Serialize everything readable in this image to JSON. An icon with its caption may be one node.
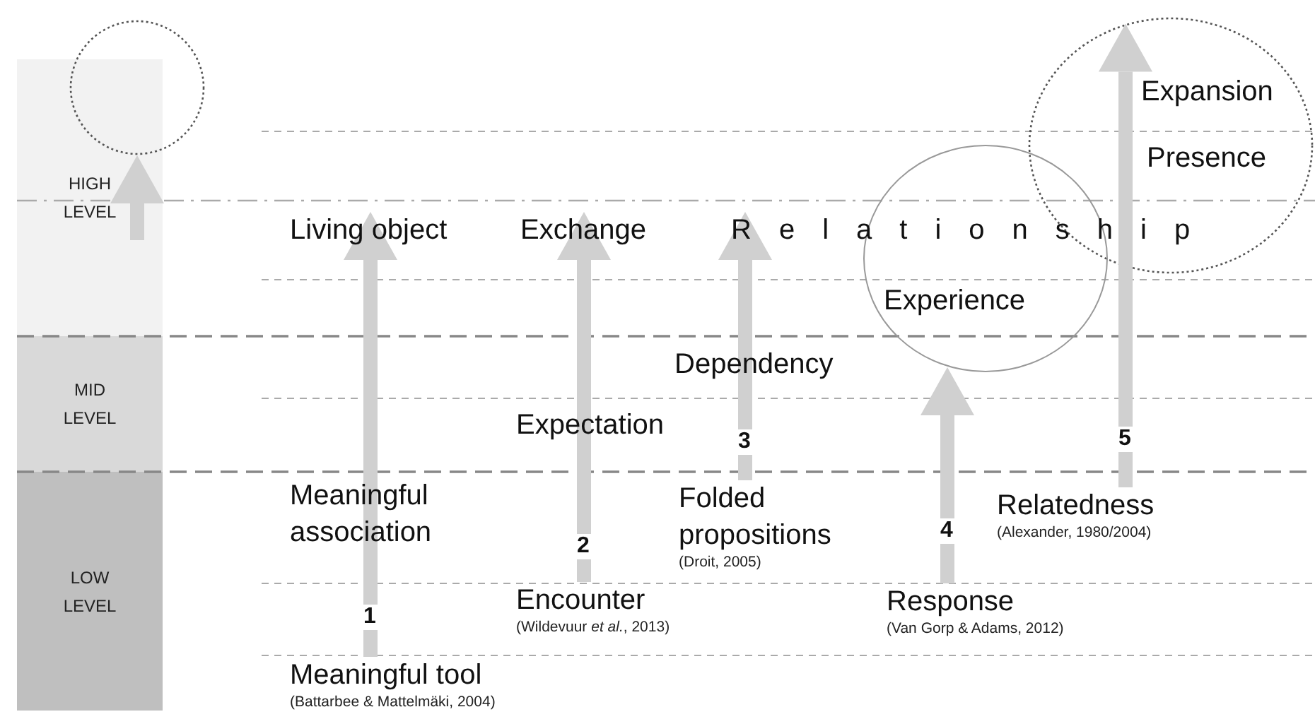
{
  "diagram": {
    "nodes": [
      {
        "text": [
          "HIGH LEVEL"
        ]
      },
      {
        "text": [
          "MID LEVEL"
        ]
      },
      {
        "text": [
          "LOW LEVEL"
        ]
      },
      {
        "text": [],
        "shape": "circle"
      },
      {
        "text": [
          "Expansion",
          "Presence"
        ]
      },
      {
        "text": [
          "Living object"
        ]
      },
      {
        "text": [
          "Exchange"
        ]
      },
      {
        "text": [
          "Relationship"
        ]
      },
      {
        "text": [
          "Experience"
        ]
      },
      {
        "text": [
          "Relatedness"
        ],
        "beside": [
          "(Alexander, 1980/2004)"
        ]
      },
      {
        "text": [
          "Folded propositions"
        ],
        "beside": [
          "(Droit, 2005)"
        ]
      },
      {
        "text": [
          "Encounter"
        ],
        "beside": [
          "(Wildevuur *et al.*, 2013)"
        ]
      },
      {
        "text": [
          "Response"
        ],
        "beside": [
          "(Van Gorp & Adams, 2012)"
        ]
      },
      {
        "text": [
          "Meaningful tool"
        ],
        "beside": [
          "(Battarbee & Mattelmäki, 2004)"
        ]
      }
    ],
    "edges": [
      {
        "from": 0,
        "to": 3,
        "arrow": "to"
      },
      {
        "from": 13,
        "to": 5,
        "arrow": "to",
        "label": "1"
      },
      {
        "from": 11,
        "to": 6,
        "arrow": "to",
        "label": "2"
      },
      {
        "from": 10,
        "to": 7,
        "arrow": "to",
        "label": "3"
      },
      {
        "from": 12,
        "to": 8,
        "arrow": "to",
        "label": "4"
      },
      {
        "from": 9,
        "to": 4,
        "arrow": "to",
        "label": "5"
      }
    ],
    "labels": [
      "Dependency",
      "Expectation",
      "Meaningful association"
    ]
  }
}
